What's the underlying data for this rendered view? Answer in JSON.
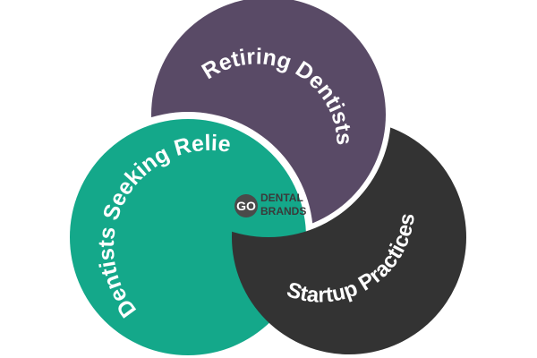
{
  "segments": [
    {
      "label": "Retiring Dentists",
      "color": "#594a66"
    },
    {
      "label": "Dentists Seeking Relief",
      "color": "#14a88a"
    },
    {
      "label": "Startup Practices",
      "color": "#333333"
    }
  ],
  "logo": {
    "badge_text": "GO",
    "line1": "DENTAL",
    "line2": "BRANDS",
    "badge_color": "#4a4a4a"
  }
}
